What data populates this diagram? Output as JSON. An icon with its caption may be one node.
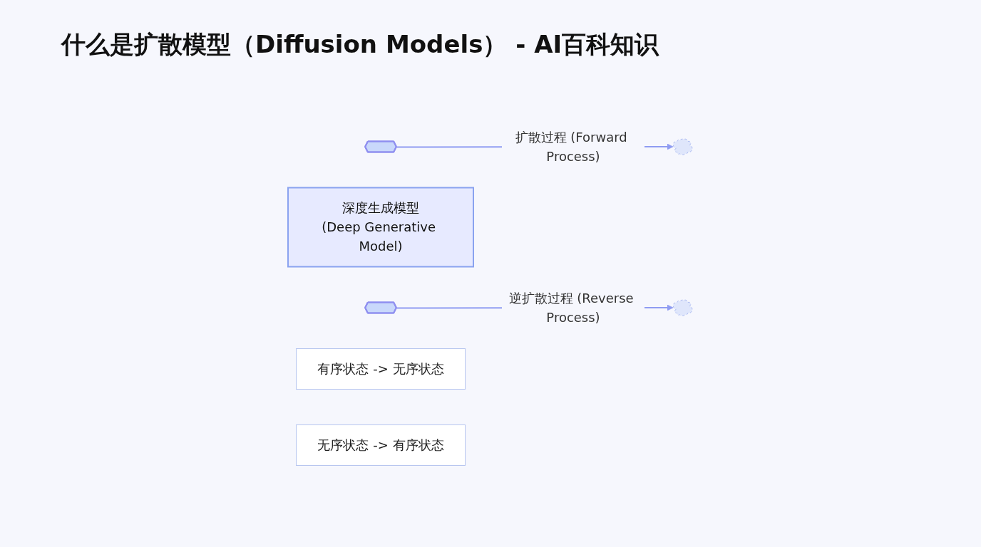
{
  "diagram": {
    "title": "什么是扩散模型（Diffusion Models） - AI百科知识",
    "nodes": [
      {
        "text": [],
        "shape": "hexagon"
      },
      {
        "text": [],
        "shape": "cloud"
      },
      {
        "text": [
          "深度生成模型",
          "(Deep Generative Model)"
        ]
      },
      {
        "text": [],
        "shape": "cloud"
      },
      {
        "text": [],
        "shape": "hexagon"
      },
      {
        "text": [
          "有序状态 -> 无序状态"
        ]
      },
      {
        "text": [
          "无序状态 -> 有序状态"
        ]
      }
    ],
    "edges": [
      {
        "from": 0,
        "to": 1,
        "arrow": "to",
        "label": "扩散过程 (Forward Process)"
      },
      {
        "from": 4,
        "to": 3,
        "arrow": "to",
        "label": "逆扩散过程 (Reverse Process)"
      }
    ]
  }
}
